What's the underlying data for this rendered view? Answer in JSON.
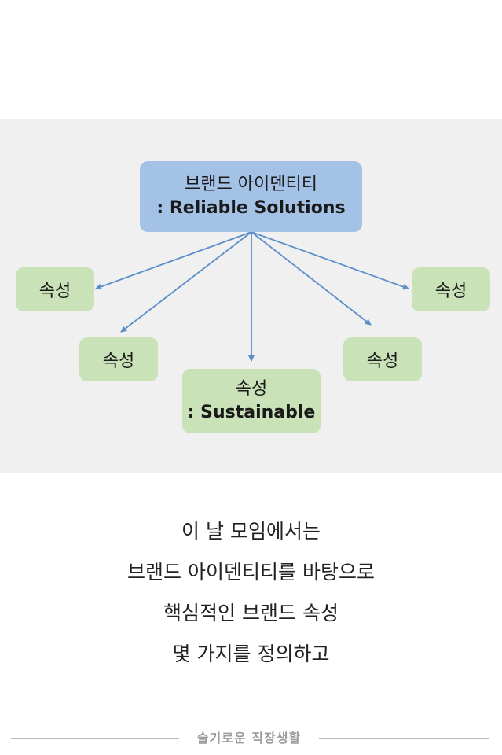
{
  "diagram": {
    "brand_node": {
      "line1": "브랜드 아이덴티티",
      "line2": ": Reliable Solutions"
    },
    "attributes": [
      {
        "label": "속성"
      },
      {
        "label": "속성"
      },
      {
        "label": "속성",
        "sublabel": ": Sustainable"
      },
      {
        "label": "속성"
      },
      {
        "label": "속성"
      }
    ],
    "colors": {
      "brand_fill": "#a4c2e6",
      "attribute_fill": "#c9e2b8",
      "arrow": "#5b8fc9",
      "panel": "#f0f0f0"
    }
  },
  "caption": {
    "lines": [
      "이 날 모임에서는",
      "브랜드 아이덴티티를 바탕으로",
      "핵심적인 브랜드 속성",
      "몇 가지를 정의하고"
    ]
  },
  "footer": {
    "brand": "슬기로운 직장생활"
  }
}
